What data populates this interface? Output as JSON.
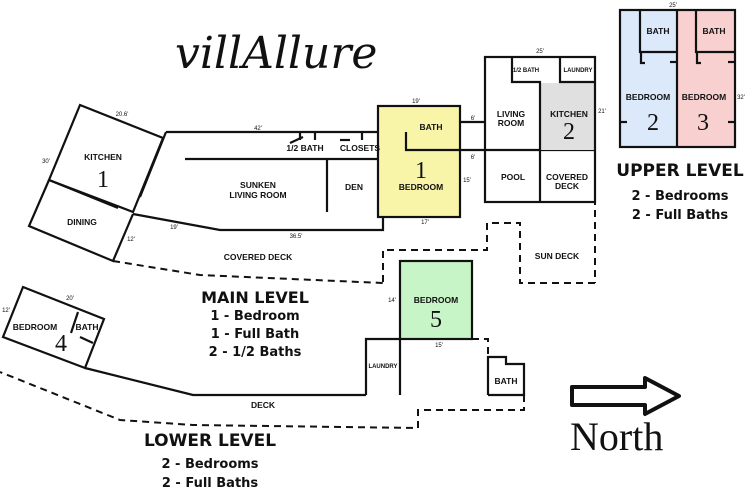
{
  "logo_text": "villAllure",
  "colors": {
    "kitchen_1": "#d6f7f0",
    "bedroom_1": "#f8f5a8",
    "kitchen_2": "#e0e0e0",
    "bedroom_2": "#dbe9fb",
    "bedroom_3": "#f9d0d0",
    "bedroom_4": "#d9b0f5",
    "bedroom_5": "#c8f5c8"
  },
  "rooms": {
    "kitchen_1": {
      "label": "KITCHEN",
      "number": "1"
    },
    "dining": "DINING",
    "sunken_living": [
      "SUNKEN",
      "LIVING ROOM"
    ],
    "den": "DEN",
    "half_bath_main": "1/2 BATH",
    "closets": "CLOSETS",
    "covered_deck_main": "COVERED DECK",
    "bedroom_1": {
      "label": "BEDROOM",
      "number": "1",
      "bath": "BATH"
    },
    "half_bath_east": "1/2 BATH",
    "laundry_east": "LAUNDRY",
    "living_room": [
      "LIVING",
      "ROOM"
    ],
    "kitchen_2": {
      "label": "KITCHEN",
      "number": "2"
    },
    "pool": "POOL",
    "covered_deck_east": [
      "COVERED",
      "DECK"
    ],
    "sun_deck": "SUN DECK",
    "bedroom_2": {
      "label": "BEDROOM",
      "number": "2",
      "bath": "BATH"
    },
    "bedroom_3": {
      "label": "BEDROOM",
      "number": "3",
      "bath": "BATH"
    },
    "bedroom_4": {
      "label": "BEDROOM",
      "number": "4",
      "bath": "BATH"
    },
    "bedroom_5": {
      "label": "BEDROOM",
      "number": "5"
    },
    "laundry_lower": "LAUNDRY",
    "bath_lower": "BATH",
    "deck": "DECK"
  },
  "dimensions": {
    "kitchen_top": "20.6'",
    "kitchen_side": "30'",
    "corridor": "42'",
    "lower_wall": "19'",
    "dining_side": "12'",
    "deck_len": "36.5'",
    "bed1_top": "19'",
    "bed1_bottom": "17'",
    "bed1_side": "15'",
    "link_top": "6'",
    "link_bottom": "6'",
    "east_top": "25'",
    "east_side": "21'",
    "upper_top": "25'",
    "upper_side": "32'",
    "bed4_side": "12'",
    "bed4_top": "20'",
    "bed5_side": "14'",
    "bed5_bottom": "15'"
  },
  "levels": {
    "upper": {
      "title": "UPPER LEVEL",
      "lines": [
        "2 - Bedrooms",
        "2 - Full Baths"
      ]
    },
    "main": {
      "title": "MAIN LEVEL",
      "lines": [
        "1 - Bedroom",
        "1 - Full Bath",
        "2 - 1/2 Baths"
      ]
    },
    "lower": {
      "title": "LOWER LEVEL",
      "lines": [
        "2 - Bedrooms",
        "2 - Full Baths"
      ]
    }
  },
  "compass": {
    "label": "North",
    "icon": "arrow-right-icon"
  }
}
